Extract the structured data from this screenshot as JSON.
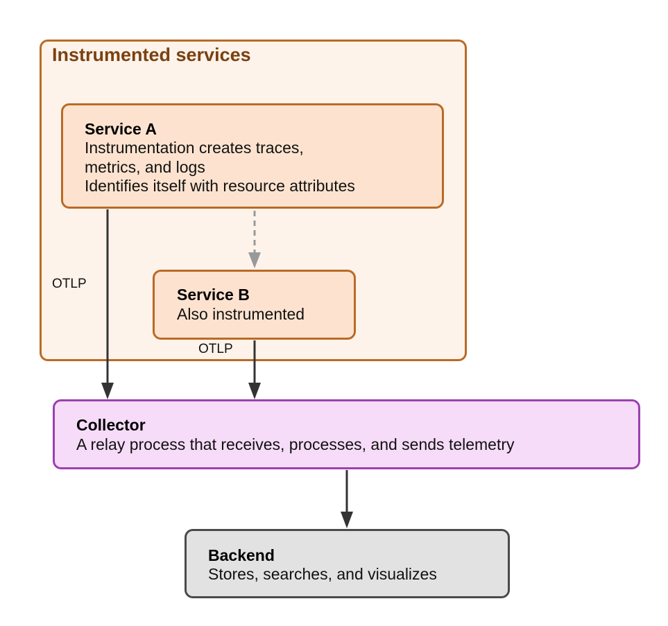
{
  "group": {
    "title": "Instrumented services"
  },
  "service_a": {
    "title": "Service A",
    "lines": [
      "Instrumentation creates traces,",
      "metrics, and logs",
      "Identifies itself with resource attributes"
    ]
  },
  "service_b": {
    "title": "Service B",
    "lines": [
      "Also instrumented"
    ]
  },
  "collector": {
    "title": "Collector",
    "lines": [
      "A relay process that receives, processes, and sends telemetry"
    ]
  },
  "backend": {
    "title": "Backend",
    "lines": [
      "Stores, searches, and visualizes"
    ]
  },
  "edges": {
    "a_to_collector_label": "OTLP",
    "b_to_collector_label": "OTLP"
  },
  "colors": {
    "group_fill": "#fdf3ea",
    "group_stroke": "#b96a26",
    "service_fill": "#fde3cf",
    "collector_fill": "#f6dcf9",
    "collector_stroke": "#9c3fb1",
    "backend_fill": "#e2e2e2",
    "backend_stroke": "#4a4a4a",
    "arrow": "#333333",
    "dashed_arrow": "#999999"
  }
}
